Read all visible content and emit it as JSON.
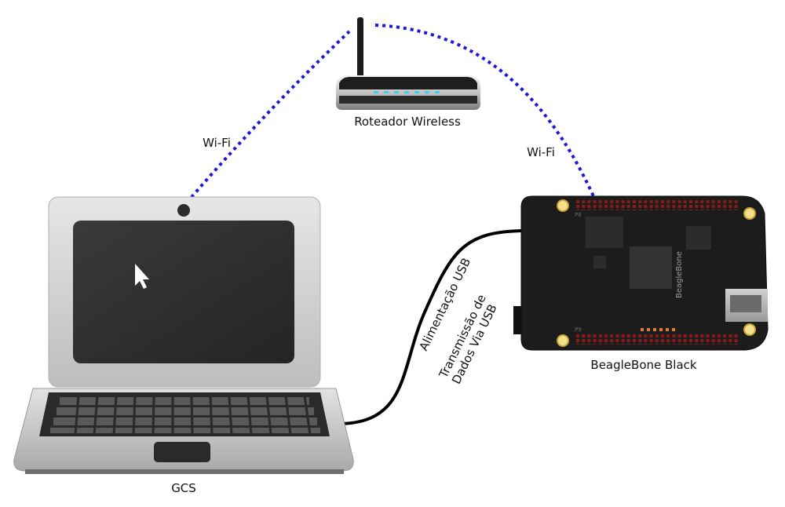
{
  "diagram": {
    "router": {
      "label": "Roteador Wireless"
    },
    "gcs": {
      "label": "GCS"
    },
    "board": {
      "label": "BeagleBone Black",
      "silkscreen": "BeagleBone",
      "header_top": "P8",
      "header_bottom": "P9"
    },
    "links": {
      "wifi_left": "Wi-Fi",
      "wifi_right": "Wi-Fi",
      "usb_line1": "Alimentação USB",
      "usb_line2": "Transmissão de",
      "usb_line3": "Dados Via USB"
    }
  },
  "colors": {
    "wifi_link": "#1a1ad6",
    "usb_cable": "#000000",
    "laptop_body": "#cfcfcf",
    "laptop_screen": "#2f2f2f",
    "board": "#1c1c1c",
    "pin_header": "#8a1a1a",
    "router_led": "#39d0f2"
  }
}
